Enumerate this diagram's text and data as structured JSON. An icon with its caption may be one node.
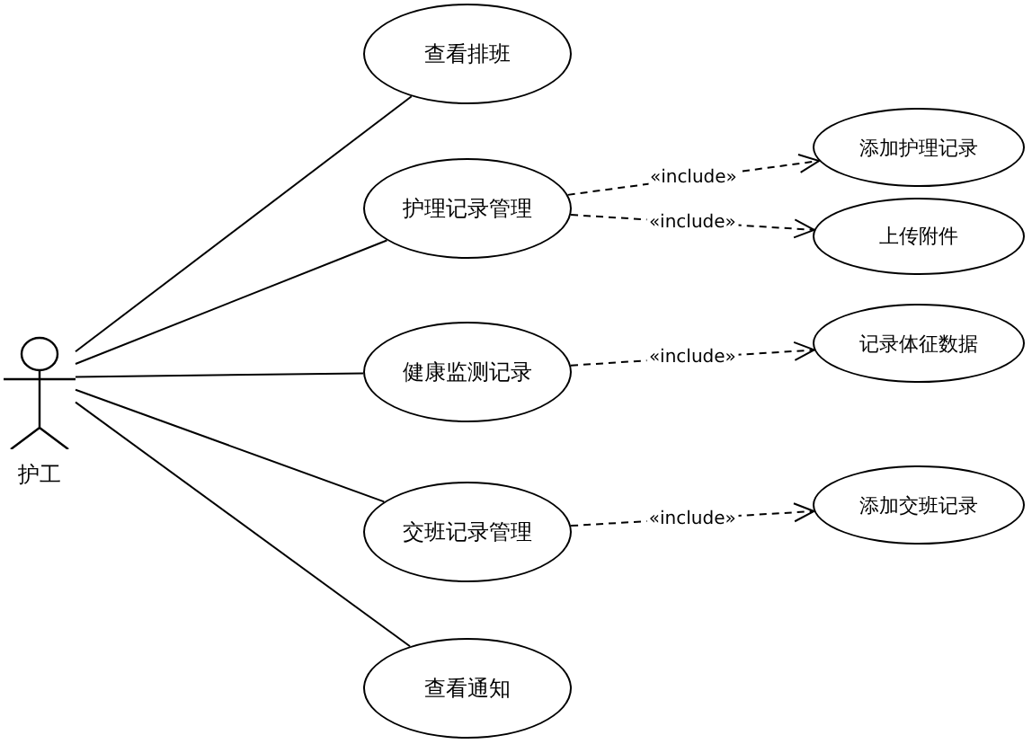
{
  "diagram": {
    "nodes": [
      {
        "text": [
          "护工"
        ]
      },
      {
        "text": [
          "查看排班"
        ]
      },
      {
        "text": [
          "护理记录管理"
        ]
      },
      {
        "text": [
          "健康监测记录"
        ]
      },
      {
        "text": [
          "交班记录管理"
        ]
      },
      {
        "text": [
          "查看通知"
        ]
      },
      {
        "text": [
          "添加护理记录"
        ]
      },
      {
        "text": [
          "上传附件"
        ]
      },
      {
        "text": [
          "记录体征数据"
        ]
      },
      {
        "text": [
          "添加交班记录"
        ]
      }
    ],
    "edges": [
      {
        "from": 0,
        "to": 1,
        "arrow": "none"
      },
      {
        "from": 0,
        "to": 2,
        "arrow": "none"
      },
      {
        "from": 0,
        "to": 3,
        "arrow": "none"
      },
      {
        "from": 0,
        "to": 4,
        "arrow": "none"
      },
      {
        "from": 0,
        "to": 5,
        "arrow": "none"
      },
      {
        "from": 2,
        "to": 6,
        "arrow": "to",
        "label": "«include»",
        "style": "dashed"
      },
      {
        "from": 2,
        "to": 7,
        "arrow": "to",
        "label": "«include»",
        "style": "dashed"
      },
      {
        "from": 3,
        "to": 8,
        "arrow": "to",
        "label": "«include»",
        "style": "dashed"
      },
      {
        "from": 4,
        "to": 9,
        "arrow": "to",
        "label": "«include»",
        "style": "dashed"
      }
    ]
  }
}
